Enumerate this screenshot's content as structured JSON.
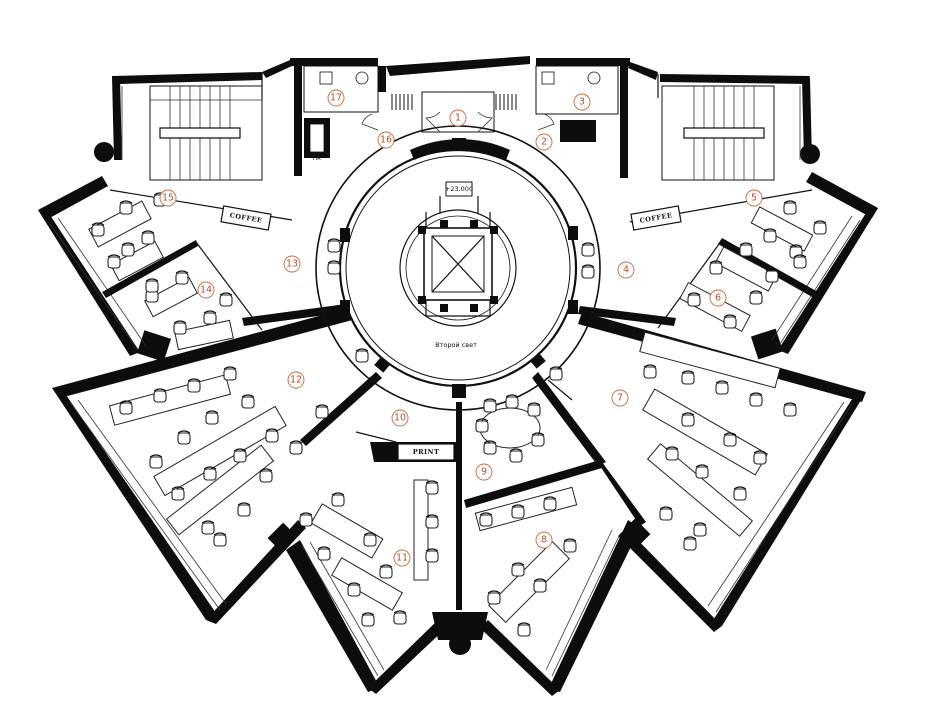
{
  "plan": {
    "rooms": [
      {
        "id": "room-1",
        "label": "1"
      },
      {
        "id": "room-2",
        "label": "2"
      },
      {
        "id": "room-3",
        "label": "3"
      },
      {
        "id": "room-4",
        "label": "4"
      },
      {
        "id": "room-5",
        "label": "5"
      },
      {
        "id": "room-6",
        "label": "6"
      },
      {
        "id": "room-7",
        "label": "7"
      },
      {
        "id": "room-8",
        "label": "8"
      },
      {
        "id": "room-9",
        "label": "9"
      },
      {
        "id": "room-10",
        "label": "10"
      },
      {
        "id": "room-11",
        "label": "11"
      },
      {
        "id": "room-12",
        "label": "12"
      },
      {
        "id": "room-13",
        "label": "13"
      },
      {
        "id": "room-14",
        "label": "14"
      },
      {
        "id": "room-15",
        "label": "15"
      },
      {
        "id": "room-16",
        "label": "16"
      },
      {
        "id": "room-17",
        "label": "17"
      }
    ],
    "tags": {
      "coffee_left": "COFFEE",
      "coffee_right": "COFFEE",
      "print": "PRINT"
    },
    "level_mark": "+23.000",
    "atrium_label": "Второй свет",
    "shaft_label": "пк"
  }
}
